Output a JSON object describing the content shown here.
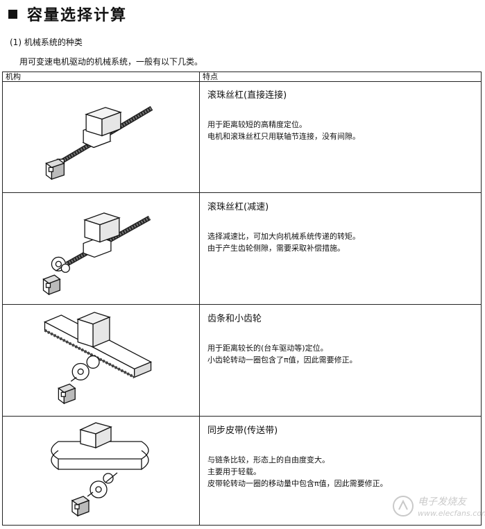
{
  "page": {
    "title": "容量选择计算",
    "section_heading": "(1)  机械系统的种类",
    "intro": "用可变速电机驱动的机械系统，一般有以下几类。"
  },
  "table": {
    "headers": [
      "机构",
      "特点"
    ],
    "rows": [
      {
        "mechanism_icon": "ballscrew-direct-diagram",
        "title": "滚珠丝杠(直接连接)",
        "lines": [
          "用于距离较短的高精度定位。",
          "电机和滚珠丝杠只用联轴节连接，没有间隙。"
        ]
      },
      {
        "mechanism_icon": "ballscrew-reduction-diagram",
        "title": "滚珠丝杠(减速)",
        "lines": [
          "选择减速比，可加大向机械系统传递的转矩。",
          "由于产生齿轮侧隙，需要采取补偿措施。"
        ]
      },
      {
        "mechanism_icon": "rack-pinion-diagram",
        "title": "齿条和小齿轮",
        "lines": [
          "用于距离较长的(台车驱动等)定位。",
          "小齿轮转动一圈包含了π值，因此需要修正。"
        ]
      },
      {
        "mechanism_icon": "conveyor-belt-diagram",
        "title": "同步皮带(传送带)",
        "lines": [
          "与链条比较，形态上的自由度变大。",
          "主要用于轻载。",
          "皮带轮转动一圈的移动量中包含π值，因此需要修正。"
        ]
      }
    ]
  },
  "watermark": {
    "text": "电子发烧友",
    "url": "www.elecfans.com"
  }
}
